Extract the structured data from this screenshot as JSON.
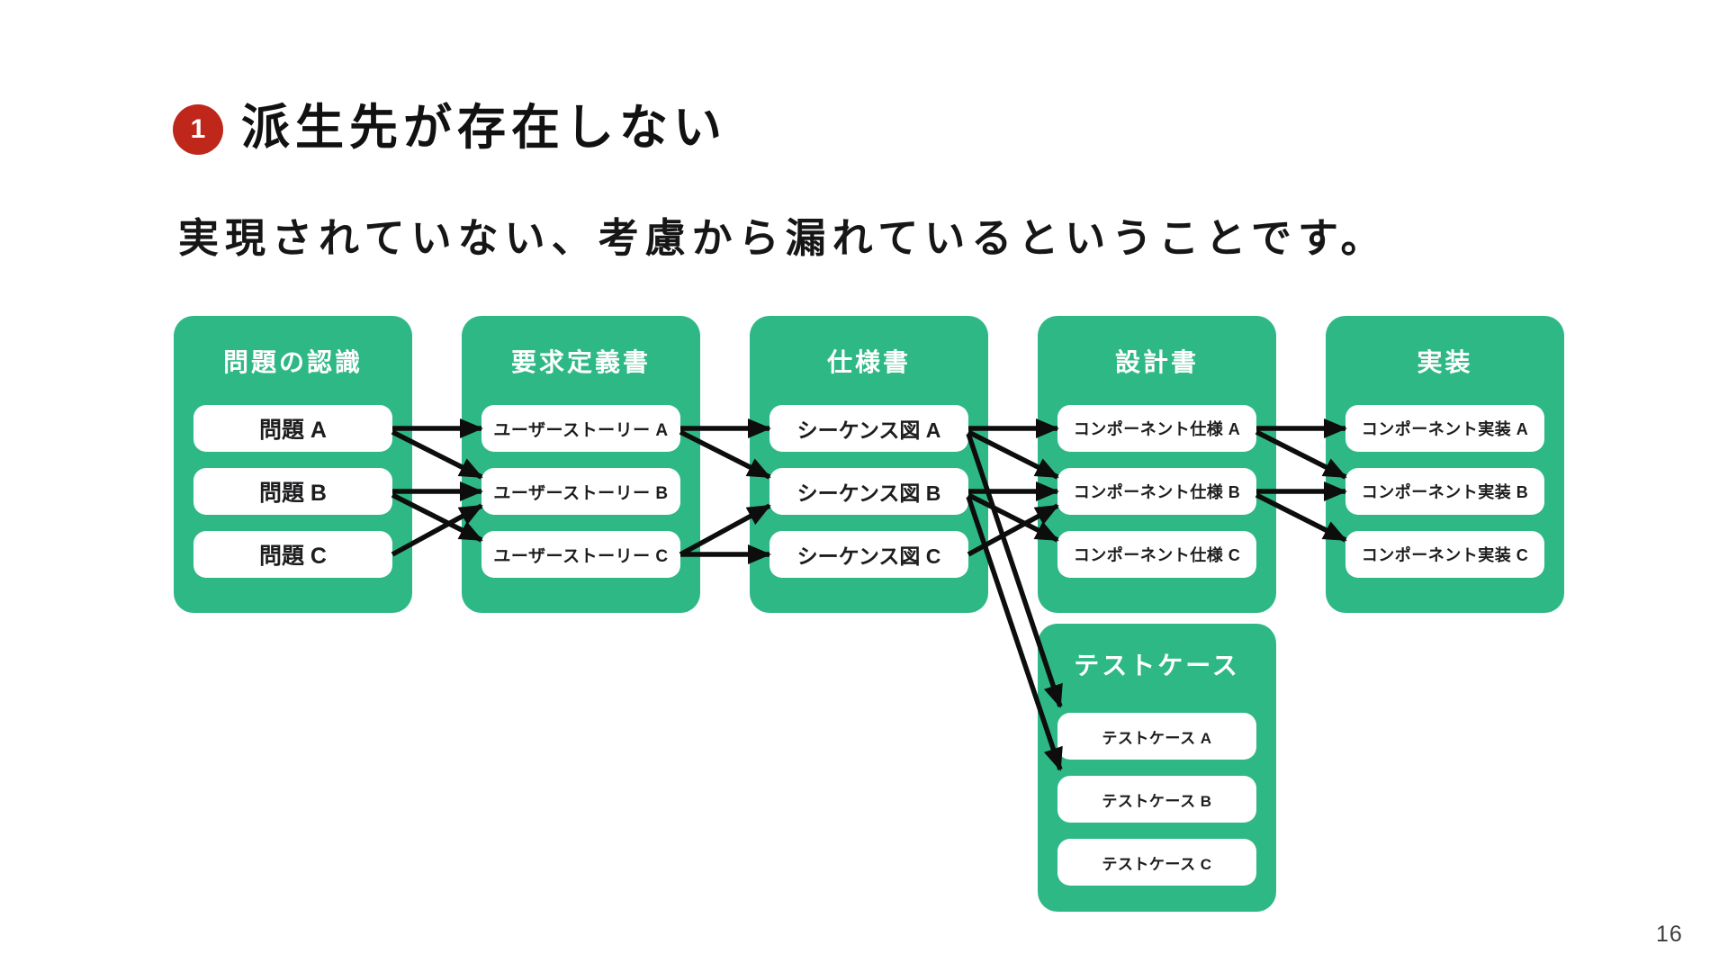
{
  "page": {
    "number": "16"
  },
  "header": {
    "badge": {
      "number": "1",
      "color": "#bf271b"
    },
    "title": "派生先が存在しない",
    "subtitle": "実現されていない、考慮から漏れているということです。"
  },
  "colors": {
    "panel_green": "#2eb886",
    "node_white": "#ffffff",
    "badge_red": "#bf271b",
    "arrow_black": "#0d0d0d"
  },
  "panels": [
    {
      "id": "problems",
      "title": "問題の認識",
      "items": [
        "問題 A",
        "問題 B",
        "問題 C"
      ]
    },
    {
      "id": "requirements",
      "title": "要求定義書",
      "items": [
        "ユーザーストーリー A",
        "ユーザーストーリー B",
        "ユーザーストーリー C"
      ]
    },
    {
      "id": "specs",
      "title": "仕様書",
      "items": [
        "シーケンス図 A",
        "シーケンス図 B",
        "シーケンス図 C"
      ]
    },
    {
      "id": "design",
      "title": "設計書",
      "items": [
        "コンポーネント仕様 A",
        "コンポーネント仕様 B",
        "コンポーネント仕様 C"
      ]
    },
    {
      "id": "implementation",
      "title": "実装",
      "items": [
        "コンポーネント実装 A",
        "コンポーネント実装 B",
        "コンポーネント実装 C"
      ]
    },
    {
      "id": "testcases",
      "title": "テストケース",
      "items": [
        "テストケース A",
        "テストケース B",
        "テストケース C"
      ]
    }
  ],
  "edges": [
    {
      "from": "problems.0",
      "to": "requirements.0"
    },
    {
      "from": "problems.0",
      "to": "requirements.1"
    },
    {
      "from": "problems.1",
      "to": "requirements.1"
    },
    {
      "from": "problems.1",
      "to": "requirements.2"
    },
    {
      "from": "problems.2",
      "to": "requirements.1"
    },
    {
      "from": "requirements.0",
      "to": "specs.0"
    },
    {
      "from": "requirements.0",
      "to": "specs.1"
    },
    {
      "from": "requirements.2",
      "to": "specs.1"
    },
    {
      "from": "requirements.2",
      "to": "specs.2"
    },
    {
      "from": "specs.0",
      "to": "design.0"
    },
    {
      "from": "specs.0",
      "to": "design.1"
    },
    {
      "from": "specs.1",
      "to": "design.1"
    },
    {
      "from": "specs.1",
      "to": "design.2"
    },
    {
      "from": "specs.2",
      "to": "design.1"
    },
    {
      "from": "specs.0",
      "to": "testcases.0"
    },
    {
      "from": "specs.1",
      "to": "testcases.1"
    },
    {
      "from": "design.0",
      "to": "implementation.0"
    },
    {
      "from": "design.0",
      "to": "implementation.1"
    },
    {
      "from": "design.1",
      "to": "implementation.1"
    },
    {
      "from": "design.1",
      "to": "implementation.2"
    }
  ]
}
